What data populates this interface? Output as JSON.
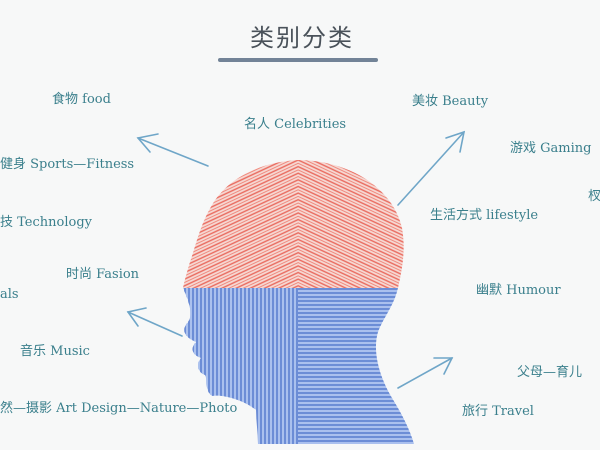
{
  "title": "类别分类",
  "categories": {
    "food": "食物 food",
    "celebrities": "名人 Celebrities",
    "beauty": "美妆 Beauty",
    "sports": "健身 Sports—Fitness",
    "gaming": "游戏 Gaming",
    "edge_right": "杈",
    "technology": "技 Technology",
    "lifestyle": "生活方式 lifestyle",
    "fashion": "时尚 Fasion",
    "animals": "als",
    "humour": "幽默  Humour",
    "music": "音乐 Music",
    "parenting": "父母—育儿",
    "art": "然—摄影 Art Design—Nature—Photo",
    "travel": "旅行 Travel"
  },
  "colors": {
    "brain": "#ee7b6e",
    "neck": "#3f6fd0",
    "text": "#3a7f8c",
    "arrow": "#6fa6c8"
  }
}
